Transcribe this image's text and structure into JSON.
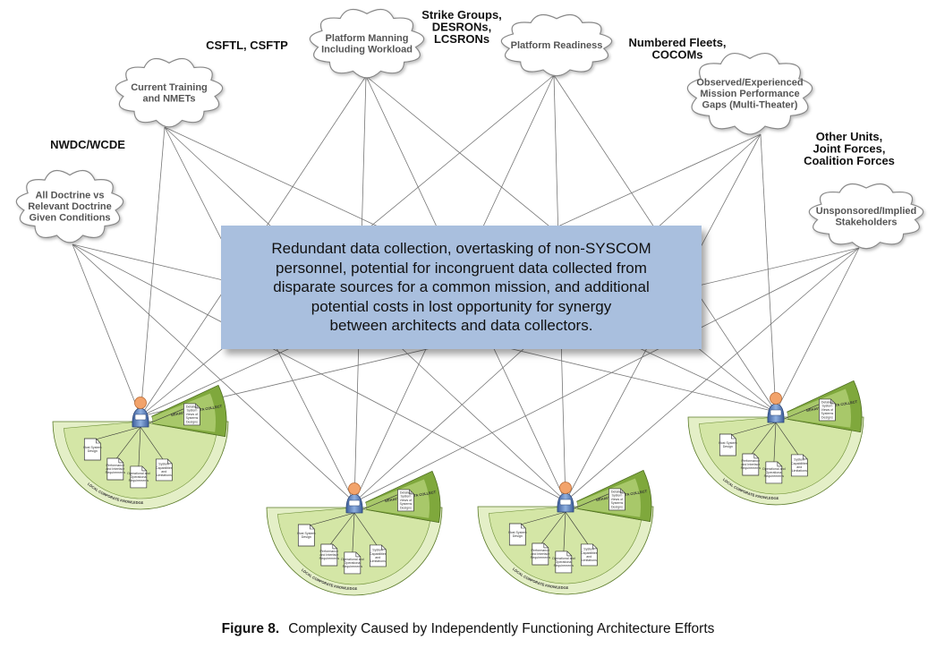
{
  "clouds": [
    {
      "id": "doctrine",
      "lines": [
        "All Doctrine vs",
        "Relevant Doctrine",
        "Given Conditions"
      ]
    },
    {
      "id": "training",
      "lines": [
        "Current Training",
        "and NMETs"
      ]
    },
    {
      "id": "manning",
      "lines": [
        "Platform Manning",
        "Including Workload"
      ]
    },
    {
      "id": "readiness",
      "lines": [
        "Platform Readiness"
      ]
    },
    {
      "id": "observed",
      "lines": [
        "Observed/Experienced",
        "Mission Performance",
        "Gaps (Multi-Theater)"
      ]
    },
    {
      "id": "unsponsored",
      "lines": [
        "Unsponsored/Implied",
        "Stakeholders"
      ]
    }
  ],
  "org_labels": [
    {
      "id": "nwdc",
      "lines": [
        "NWDC/WCDE"
      ]
    },
    {
      "id": "csftl",
      "lines": [
        "CSFTL, CSFTP"
      ]
    },
    {
      "id": "strike",
      "lines": [
        "Strike Groups,",
        "DESRONs,",
        "LCSRONs"
      ]
    },
    {
      "id": "fleets",
      "lines": [
        "Numbered Fleets,",
        "COCOMs"
      ]
    },
    {
      "id": "other",
      "lines": [
        "Other Units,",
        "Joint Forces,",
        "Coalition Forces"
      ]
    }
  ],
  "center_text": "Redundant data collection, overtasking of non-SYSCOM\npersonnel, potential for incongruent data collected from\ndisparate sources for a common mission, and additional\npotential costs in lost opportunity for synergy\nbetween architects and data collectors.",
  "architect_node": {
    "count": 4,
    "documents": [
      {
        "lines": [
          "Host System",
          "Design"
        ]
      },
      {
        "lines": [
          "Performance",
          "and Interface",
          "Requirements"
        ]
      },
      {
        "lines": [
          "Operational and",
          "Operational",
          "Requirements"
        ]
      },
      {
        "lines": [
          "System",
          "Capabilities",
          "and",
          "Limitations"
        ]
      },
      {
        "lines": [
          "Detailed",
          "System",
          "Views of",
          "Systems",
          "Designs"
        ]
      }
    ],
    "arc_outer_label": "LOCAL CORPORATE KNOWLEDGE",
    "arc_side_label": "BEHAVIORAL DATA COLLECTION"
  },
  "caption": {
    "label": "Figure 8.",
    "title": "Complexity Caused by Independently Functioning Architecture Efforts"
  },
  "colors": {
    "cloud_fill": "#ffffff",
    "cloud_stroke": "#888888",
    "line": "#777777",
    "center_fill": "#a9bfde",
    "fan_light": "#d4e6a6",
    "fan_dark": "#7fa83c",
    "person_head": "#f2a36b",
    "person_body": "#5d7fb8"
  }
}
